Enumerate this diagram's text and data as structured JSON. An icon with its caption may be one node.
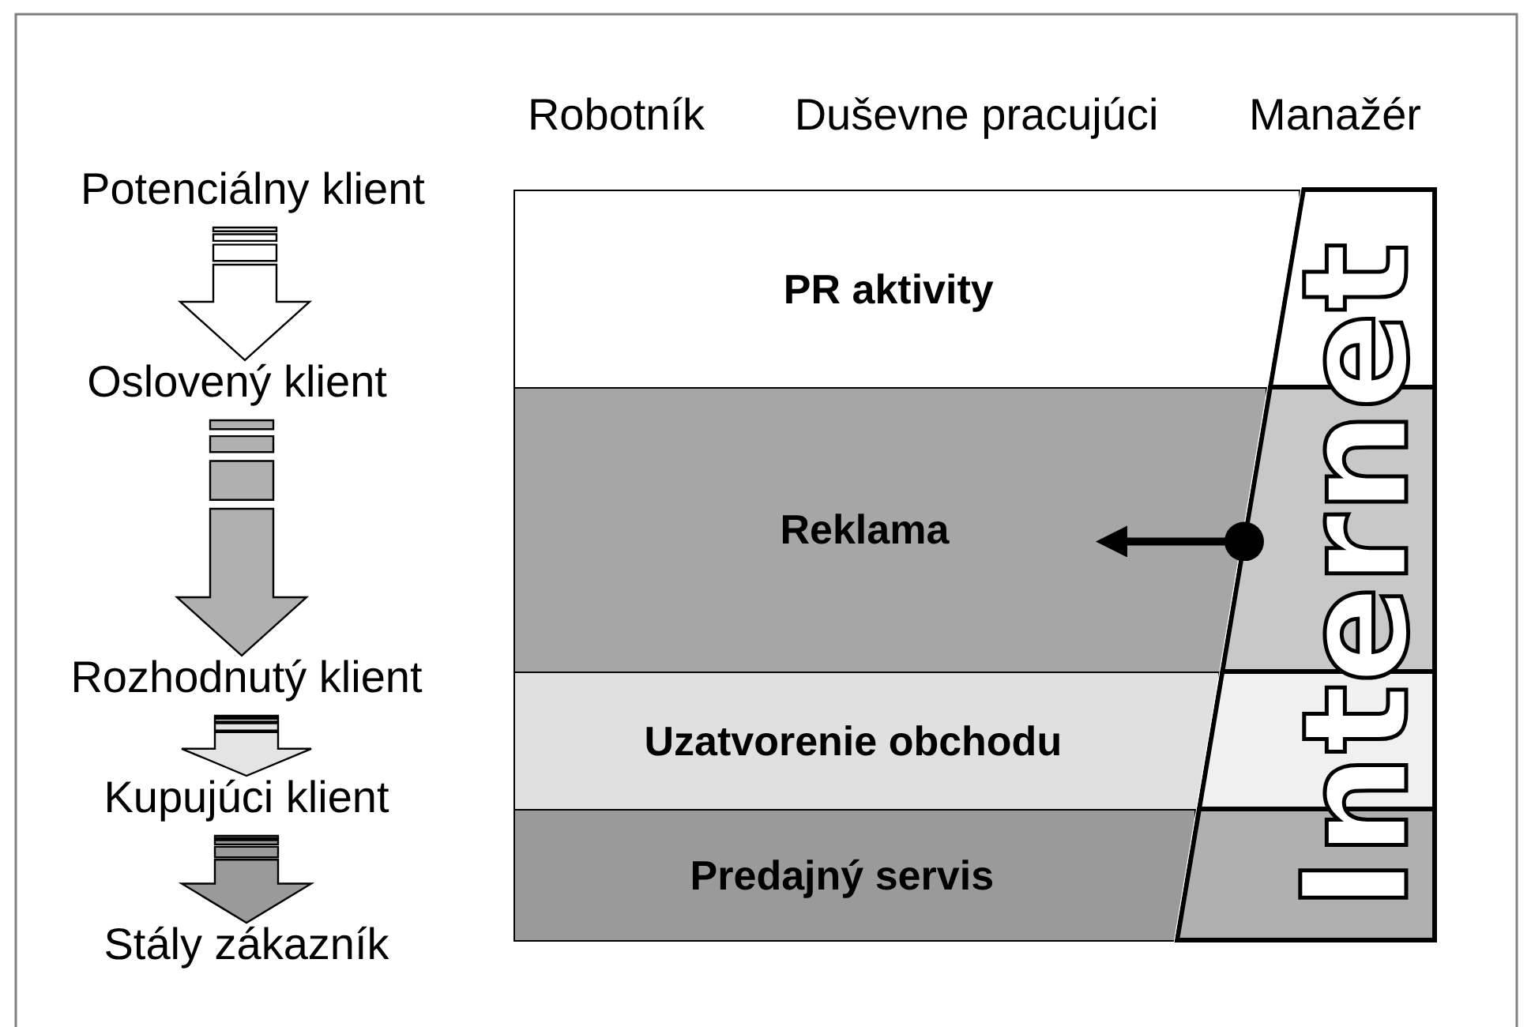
{
  "diagram": {
    "nodes": [
      {
        "text": [
          "Potenciálny klient"
        ]
      },
      {
        "text": [
          "Oslovený klient"
        ]
      },
      {
        "text": [
          "Rozhodnutý klient"
        ]
      },
      {
        "text": [
          "Kupujúci klient"
        ]
      },
      {
        "text": [
          "Stály zákazník"
        ]
      },
      {
        "text": [
          "PR aktivity"
        ]
      },
      {
        "text": [
          "Reklama"
        ]
      },
      {
        "text": [
          "Uzatvorenie obchodu"
        ]
      },
      {
        "text": [
          "Predajný servis"
        ]
      },
      {
        "text": [
          "Internet"
        ]
      }
    ],
    "edges": [
      {
        "from": 0,
        "to": 1,
        "arrow": "to",
        "color": "#ffffff"
      },
      {
        "from": 1,
        "to": 2,
        "arrow": "to",
        "color": "#b0b0b0"
      },
      {
        "from": 2,
        "to": 3,
        "arrow": "to",
        "color": "#e4e4e4"
      },
      {
        "from": 3,
        "to": 4,
        "arrow": "to",
        "color": "#9a9a9a"
      },
      {
        "from": 9,
        "to": 6,
        "arrow": "to"
      }
    ],
    "labels": [
      "Robotník",
      "Duševne pracujúci",
      "Manažér"
    ]
  }
}
